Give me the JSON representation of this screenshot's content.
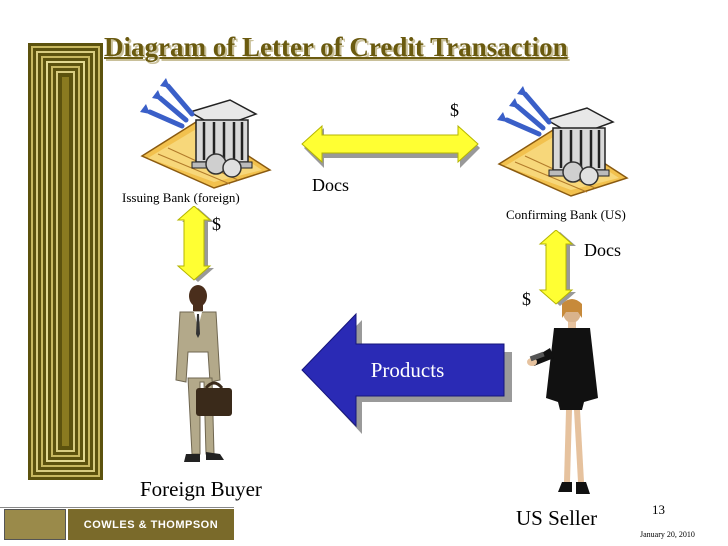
{
  "title": "Diagram of Letter of Credit Transaction",
  "nodes": {
    "issuing_bank": "Issuing Bank (foreign)",
    "confirming_bank": "Confirming Bank (US)",
    "foreign_buyer": "Foreign Buyer",
    "us_seller": "US Seller"
  },
  "flows": {
    "banks_money": "$",
    "banks_docs": "Docs",
    "buyer_bank_money": "$",
    "seller_bank_docs": "Docs",
    "seller_bank_money": "$",
    "products": "Products"
  },
  "footer": {
    "logo": "COWLES & THOMPSON",
    "slide_number": "13",
    "date": "January 20, 2010"
  },
  "colors": {
    "title": "#6a5a0f",
    "arrow_yellow": "#ffff33",
    "arrow_blue": "#2a2ab5",
    "pillar": "#6b5e12"
  }
}
